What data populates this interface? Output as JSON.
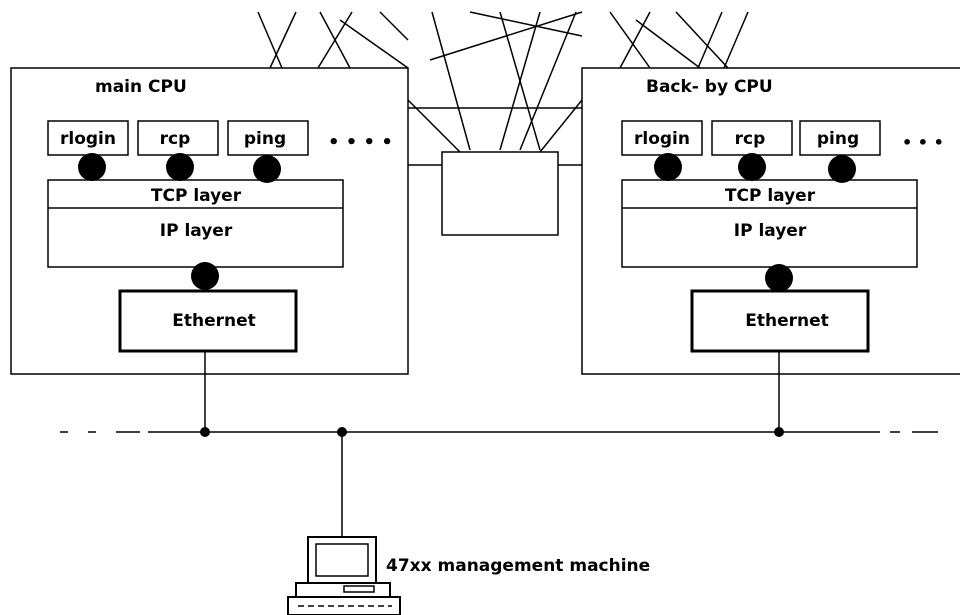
{
  "cpus": {
    "main": {
      "title": "main CPU",
      "apps": [
        "rlogin",
        "rcp",
        "ping"
      ],
      "ellipsis": "• • • •",
      "tcp": "TCP layer",
      "ip": "IP layer",
      "ethernet": "Ethernet"
    },
    "backup": {
      "title": "Back- by CPU",
      "apps": [
        "rlogin",
        "rcp",
        "ping"
      ],
      "ellipsis": "• • •",
      "tcp": "TCP layer",
      "ip": "IP layer",
      "ethernet": "Ethernet"
    }
  },
  "management": {
    "label": "47xx management machine"
  }
}
